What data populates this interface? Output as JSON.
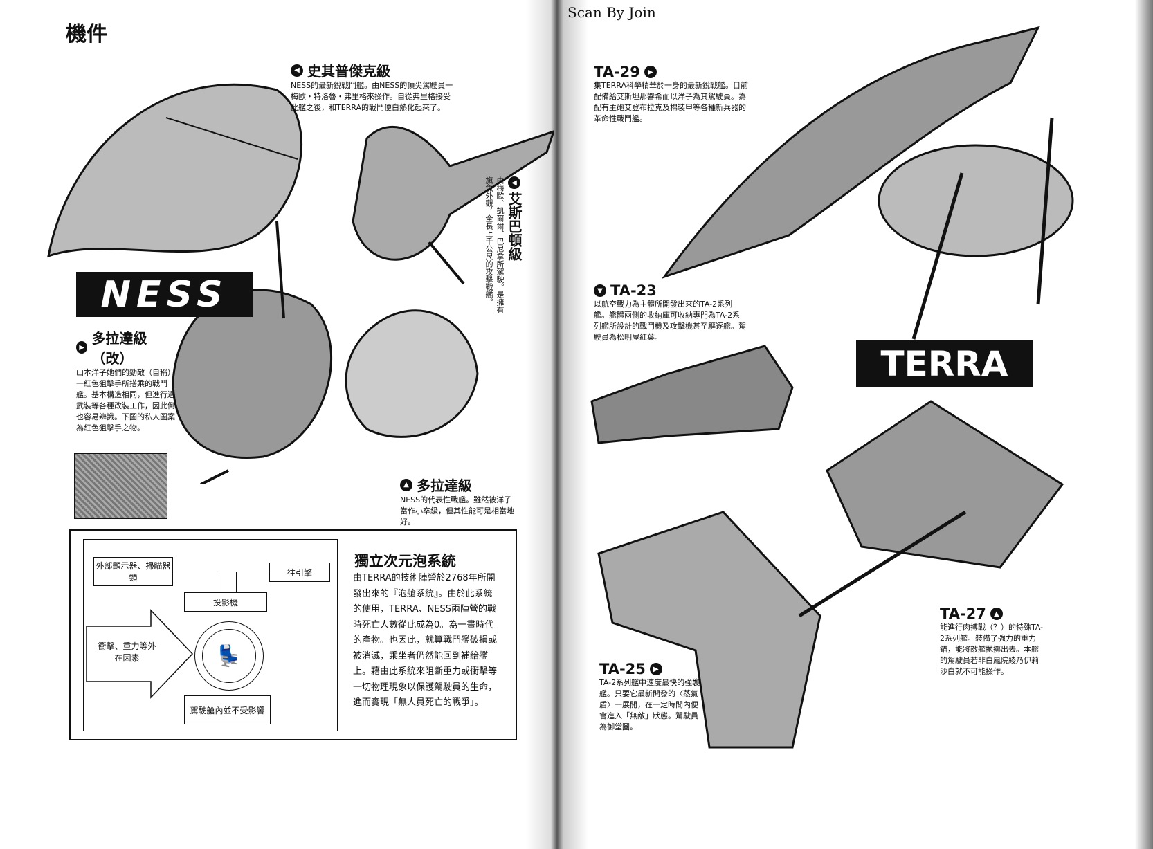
{
  "page_title": "機件",
  "scanner_credit": "Scan By Join",
  "logos": {
    "ness": "NESS",
    "terra": "TERRA"
  },
  "left": {
    "skipjack": {
      "title": "史其普傑克級",
      "text": "NESS的最新銳戰鬥艦。由NESS的頂尖駕駛員一梅歐・特洛魯・弗里格來操作。自從弗里格接受此艦之後，和TERRA的戰鬥便白熱化起來了。"
    },
    "espada": {
      "title": "艾斯巴頓級",
      "text": "由梅歐、凱爾爾、巴尼拿所駕駛。是擁有旗魚外觀，全長上千公尺的攻擊戰艦。"
    },
    "dorado_kai": {
      "title": "多拉達級（改）",
      "text": "山本洋子她們的勁敵（自稱）一紅色狙擊手所搭乘的戰鬥艦。基本構造相同，但進行過武裝等各種改裝工作，因此倒也容易辨識。下圖的私人圖案為紅色狙擊手之物。"
    },
    "dorado": {
      "title": "多拉達級",
      "text": "NESS的代表性戰艦。雖然被洋子當作小卒級，但其性能可是相當地好。"
    },
    "bubble": {
      "title": "獨立次元泡系統",
      "text": "由TERRA的技術陣營於2768年所開發出來的『泡艙系統』。由於此系統的使用，TERRA、NESS兩陣營的戰時死亡人數從此成為0。為一畫時代的產物。也因此，就算戰鬥艦破損或被消滅，乘坐者仍然能回到補給艦上。藉由此系統來阻斷重力或衝擊等一切物理現象以保護駕駛員的生命，進而實現「無人員死亡的戰爭」。",
      "diagram": {
        "display": "外部顯示器、掃瞄器類",
        "engine": "往引擎",
        "projector": "投影機",
        "impact": "衝擊、重力等外在因素",
        "cockpit": "駕駛艙內並不受影響"
      }
    }
  },
  "right": {
    "ta29": {
      "title": "TA-29",
      "text": "集TERRA科學精華於一身的最新銳戰艦。目前配備給艾斯坦那響希而以洋子為其駕駛員。為配有主砲艾登布拉克及棉裝甲等各種新兵器的革命性戰鬥艦。"
    },
    "ta23": {
      "title": "TA-23",
      "text": "以航空戰力為主體所開發出來的TA-2系列艦。艦體兩側的收納庫可收納專門為TA-2系列艦所設計的戰鬥機及攻擊機甚至驅逐艦。駕駛員為松明屋紅葉。"
    },
    "ta27": {
      "title": "TA-27",
      "text": "能進行肉搏戰（？）的特殊TA-2系列艦。裝備了強力的重力錨，能將敵艦拋擲出去。本艦的駕駛員若非白鳳院綾乃伊莉沙白就不可能操作。"
    },
    "ta25": {
      "title": "TA-25",
      "text": "TA-2系列艦中速度最快的強襲艦。只要它最新開發的〈蒸氣盾〉一展開，在一定時間內便會進入「無敵」狀態。駕駛員為御堂圓。"
    }
  }
}
